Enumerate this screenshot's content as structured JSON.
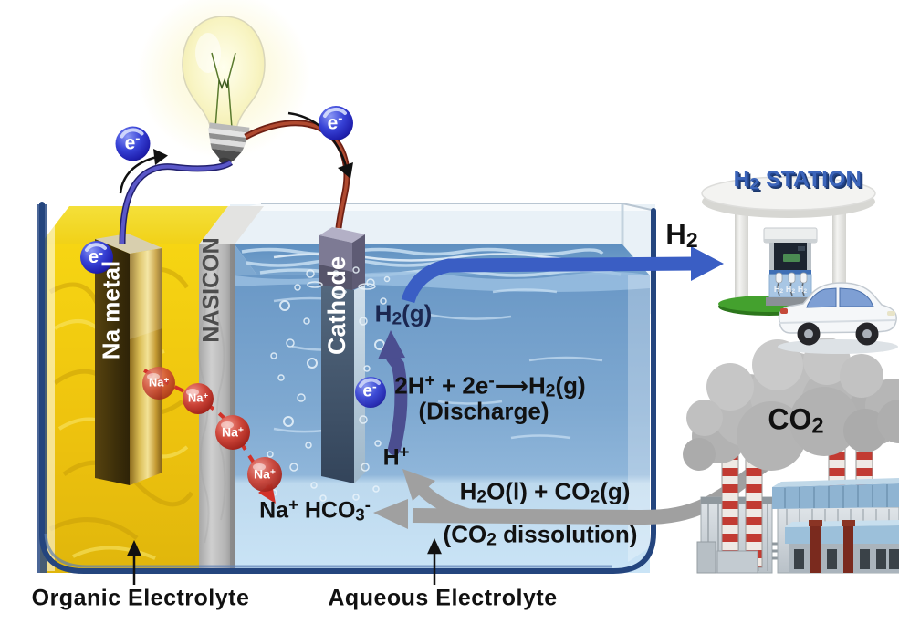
{
  "cell": {
    "anode_label": "Na metal",
    "separator_label": "NASICON",
    "cathode_label": "Cathode",
    "organic_label": "Organic Electrolyte",
    "aqueous_label": "Aqueous Electrolyte"
  },
  "reactions": {
    "h2_gas": "H_{2}(g)",
    "discharge_equation": "2H^{+} + 2e^{-}⟶H_{2}(g)",
    "discharge_note": "(Discharge)",
    "proton": "H^{+}",
    "bicarbonate": "Na^{+} HCO_{3}^{-}",
    "dissolution_equation": "H_{2}O(l) + CO_{2}(g)",
    "dissolution_note": "(CO_{2} dissolution)"
  },
  "outputs": {
    "h2_arrow_label": "H_{2}",
    "station_sign": "H_{2} STATION",
    "pump_label": "H_{2}"
  },
  "inputs": {
    "co2_label": "CO_{2}"
  },
  "particles": {
    "electron_label": "e^{-}",
    "sodium_label": "Na^{+}"
  },
  "colors": {
    "organic_yellow": "#f0cc10",
    "aqueous_blue": "#8db4d8",
    "aqueous_light": "#c4def2",
    "nasicon_gray": "#b5b5b5",
    "navy_border": "#24457e",
    "electron_blue": "#2b2fc4",
    "sodium_red": "#c0392b",
    "h2_arrow_blue": "#3a5ec4",
    "purple_arrow": "#4b4e90",
    "gray_arrow": "#a0a0a0",
    "station_text_blue": "#3c65ba",
    "green_base": "#3f9b2b",
    "dark_text": "#111111",
    "h2g_text": "#1b2750"
  }
}
